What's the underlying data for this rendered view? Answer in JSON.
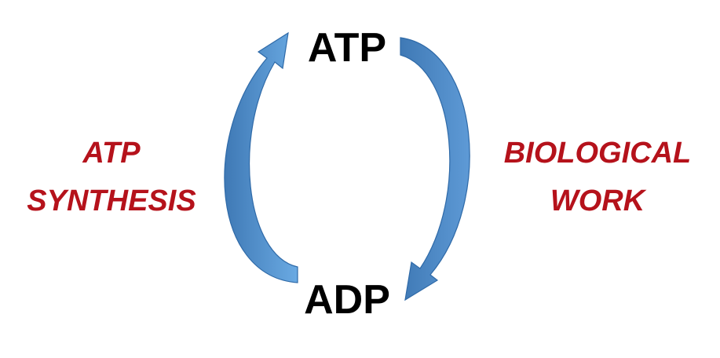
{
  "nodes": {
    "top": "ATP",
    "bottom": "ADP"
  },
  "processes": {
    "left": [
      "ATP",
      "SYNTHESIS"
    ],
    "right": [
      "BIOLOGICAL",
      "WORK"
    ]
  },
  "colors": {
    "node_text": "#000000",
    "process_text": "#b5121b",
    "arrow_fill_light": "#5fa0dc",
    "arrow_fill_dark": "#3f79b5",
    "arrow_stroke": "#2f6aa8"
  }
}
